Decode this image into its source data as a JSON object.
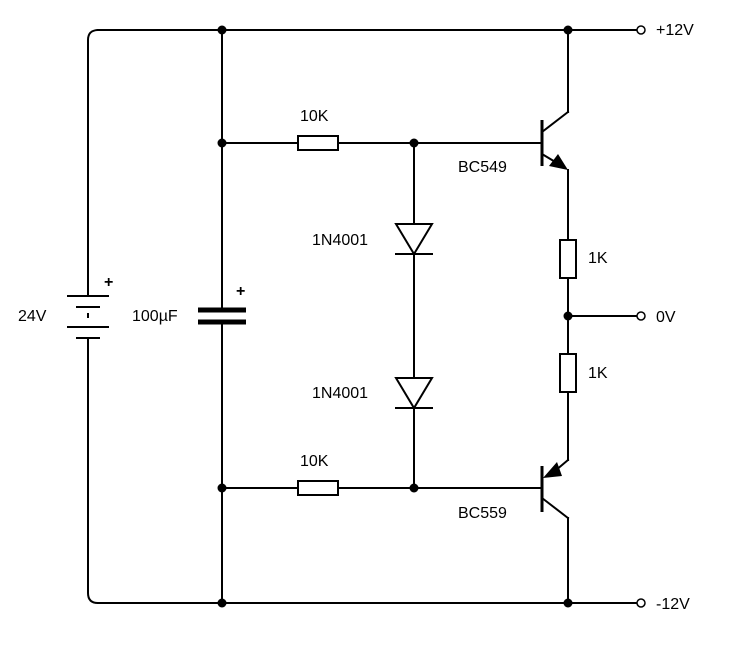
{
  "battery": {
    "label": "24V",
    "polarity": "+"
  },
  "capacitor": {
    "label": "100µF",
    "polarity": "+"
  },
  "resistors": {
    "r_top": "10K",
    "r_bottom": "10K",
    "r_emitter_top": "1K",
    "r_emitter_bottom": "1K"
  },
  "diodes": {
    "d_top": "1N4001",
    "d_bottom": "1N4001"
  },
  "transistors": {
    "npn": "BC549",
    "pnp": "BC559"
  },
  "terminals": {
    "pos": "+12V",
    "zero": "0V",
    "neg": "-12V"
  },
  "colors": {
    "line": "#000000",
    "background": "#ffffff"
  }
}
